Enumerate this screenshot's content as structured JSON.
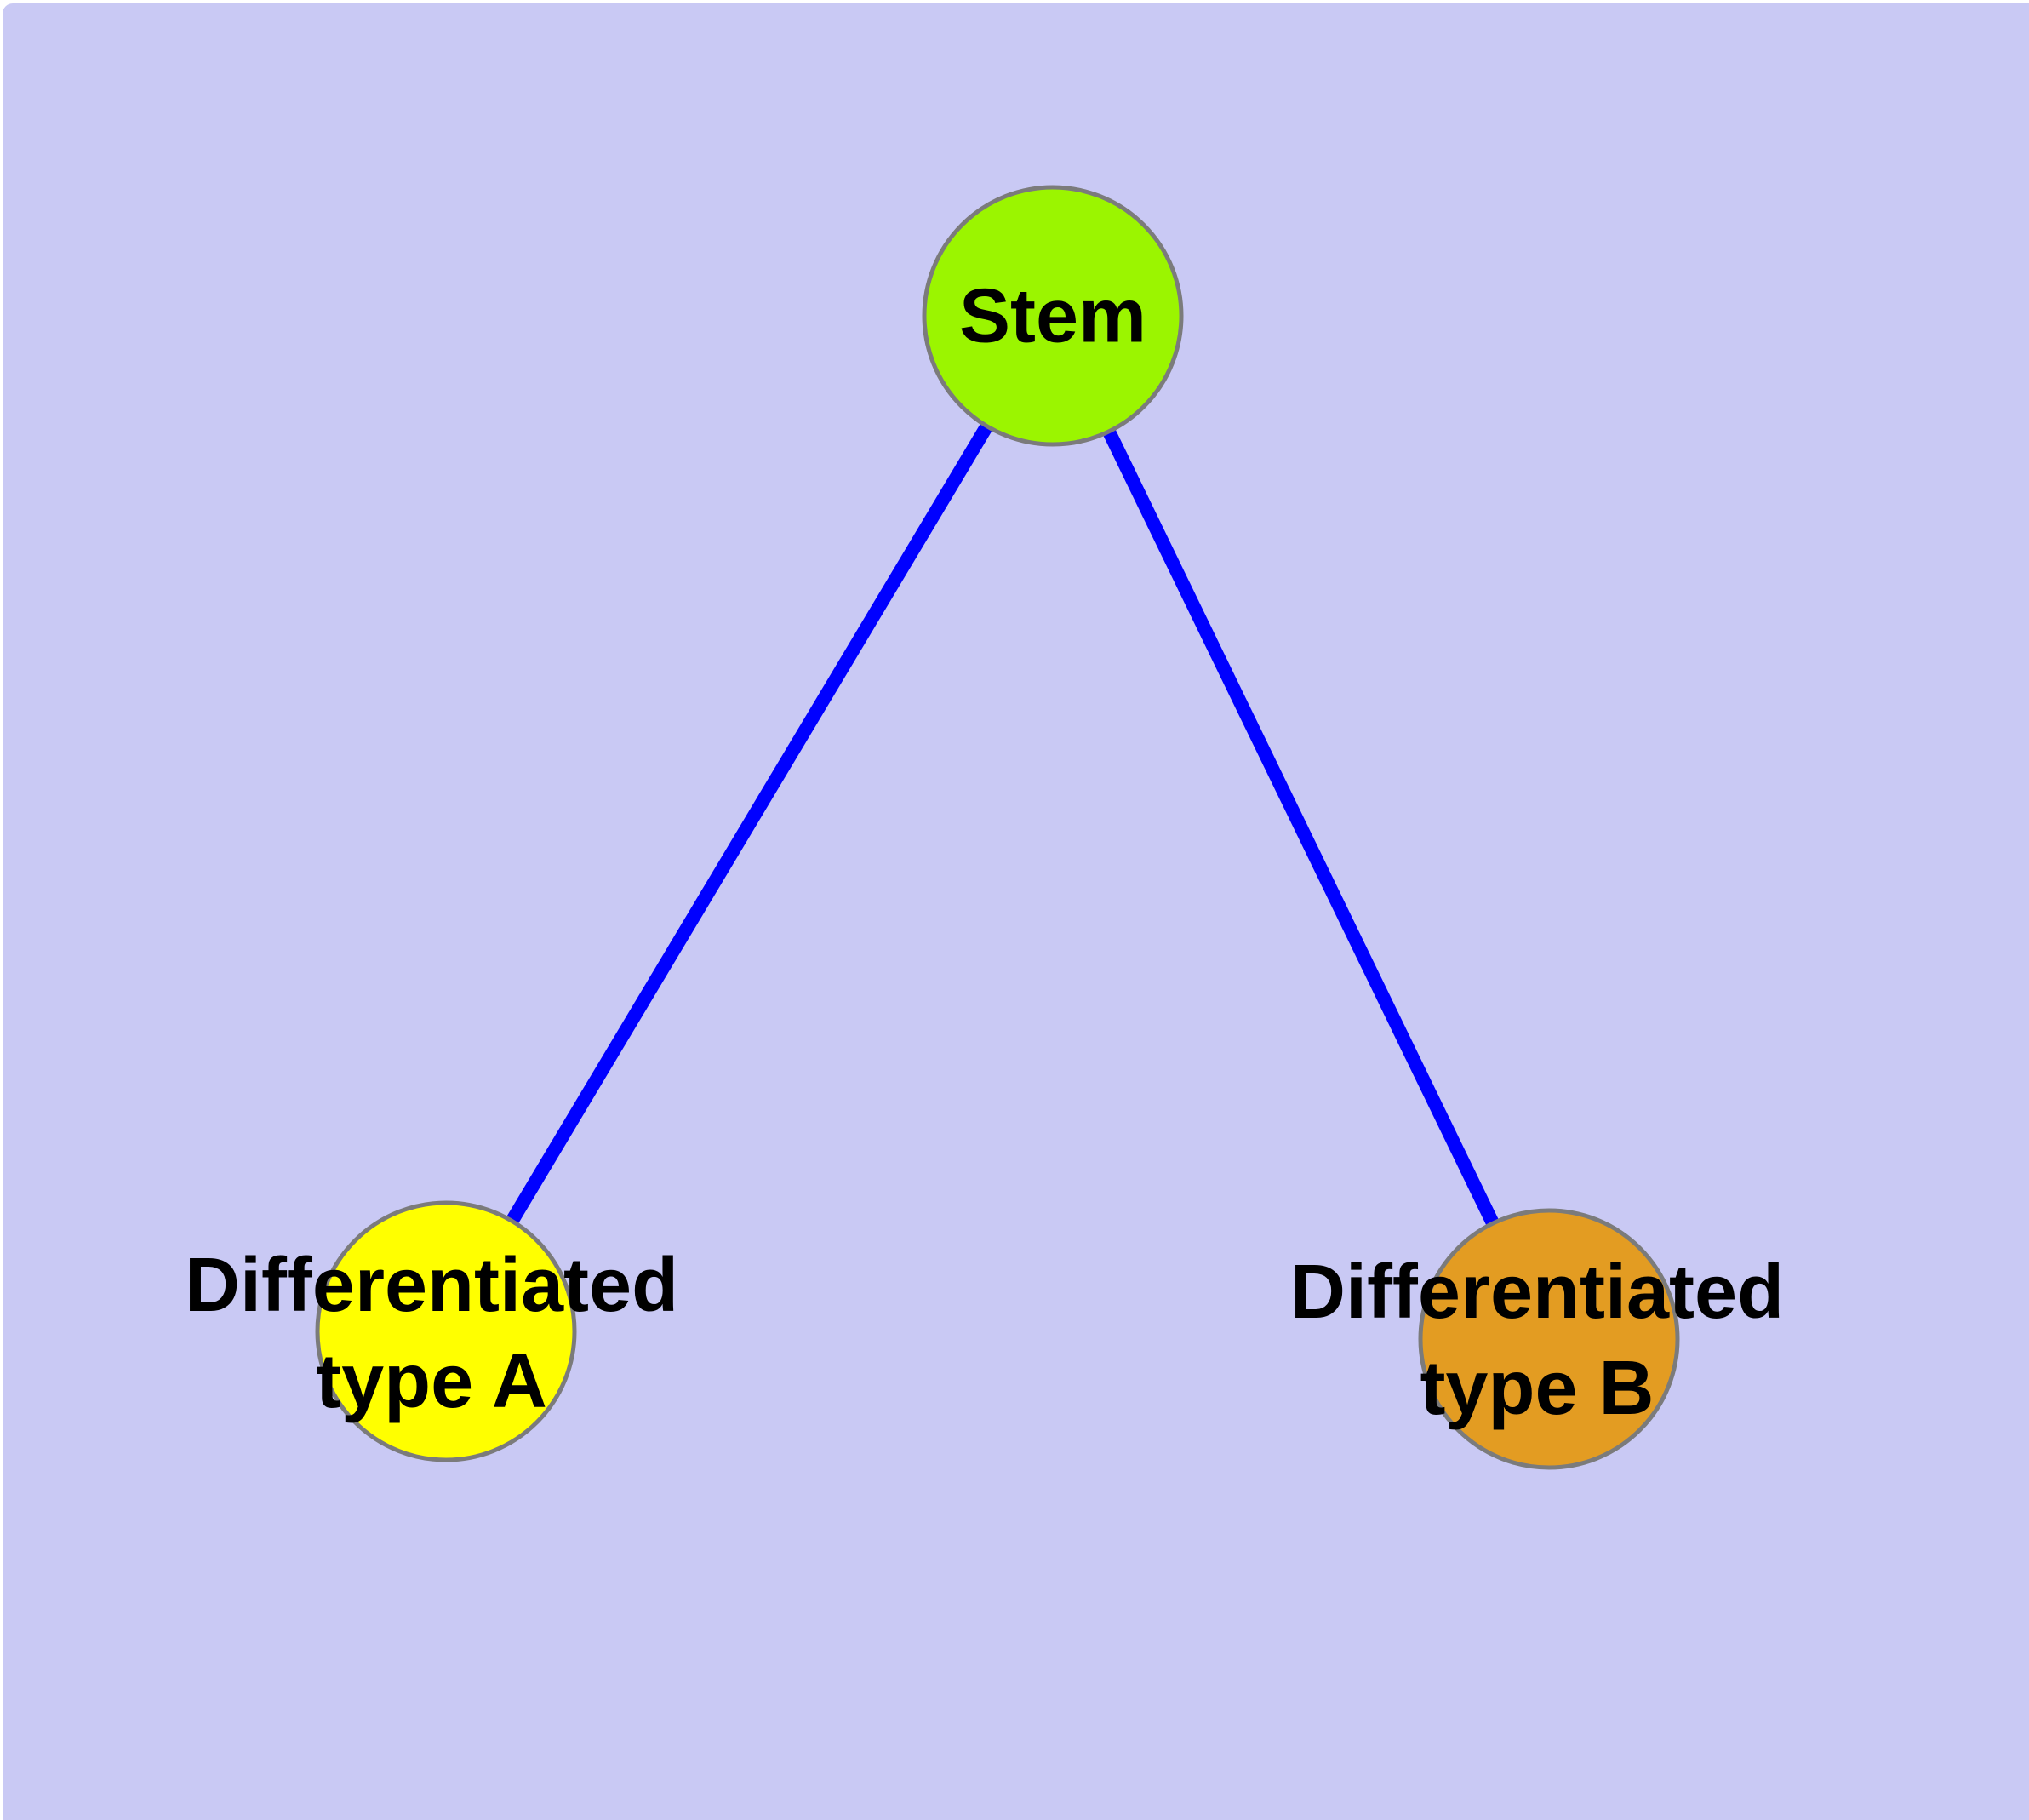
{
  "figure": {
    "type": "graph-diagram",
    "background_color": "#C9C9F4",
    "edge_style": {
      "color": "#0000FF"
    },
    "node_border_color": "#7B7B7B",
    "label_color": "#000000",
    "nodes": [
      {
        "id": "stem",
        "label": "Stem",
        "shape": "circle",
        "fill": "#9BF500"
      },
      {
        "id": "differentiated-type-a",
        "label_line1": "Differentiated",
        "label_line2": "type A",
        "shape": "circle",
        "fill": "#FFFF00"
      },
      {
        "id": "differentiated-type-b",
        "label_line1": "Differentiated",
        "label_line2": "type B",
        "shape": "circle",
        "fill": "#E39C22"
      }
    ],
    "edges": [
      {
        "from": "Stem",
        "to": "Differentiated type A"
      },
      {
        "from": "Stem",
        "to": "Differentiated type B"
      }
    ]
  }
}
